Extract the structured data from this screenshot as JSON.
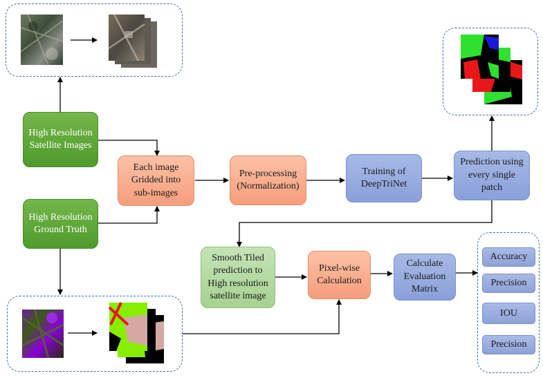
{
  "nodes": {
    "hr_satellite": "High Resolution\nSatellite Images",
    "hr_ground_truth": "High Resolution\nGround Truth",
    "gridding": "Each image\nGridded into\nsub-images",
    "preprocessing": "Pre-processing\n(Normalization)",
    "training": "Training of\nDeepTriNet",
    "prediction": "Prediction using\nevery single\npatch",
    "smooth": "Smooth Tiled\nprediction to\nHigh resolution\nsatellite image",
    "pixelwise": "Pixel-wise\nCalculation",
    "evaluation": "Calculate\nEvaluation\nMatrix"
  },
  "metrics": [
    "Accuracy",
    "Precision",
    "IOU",
    "Precision"
  ],
  "colors": {
    "green_box": "#5ea63a",
    "orange_box": "#f8ac8c",
    "blue_box": "#98acdf",
    "light_green_box": "#b4d9a3",
    "dashed_border": "#3b6ea8",
    "mask_green": "#2fe02f",
    "mask_red": "#e81818",
    "mask_blue": "#1a1ad8",
    "gt_lime": "#88ee00",
    "gt_pink": "#d4a9a3",
    "gt_purple": "#8a00d8"
  }
}
